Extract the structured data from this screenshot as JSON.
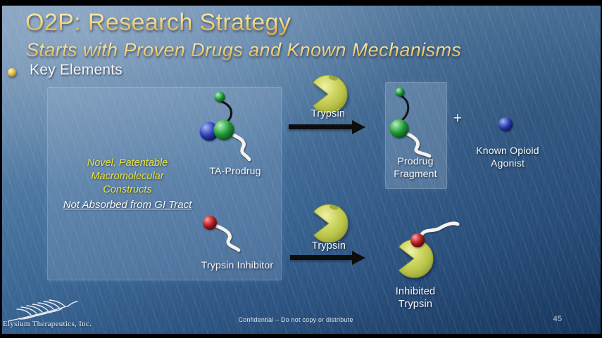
{
  "slide": {
    "title": "O2P: Research Strategy",
    "subtitle": "Starts with Proven Drugs and Known Mechanisms",
    "section_heading": "Key Elements"
  },
  "note_box": {
    "line1": "Novel, Patentable",
    "line2": "Macromolecular",
    "line3": "Constructs",
    "underlined": "Not Absorbed from GI Tract"
  },
  "top_row": {
    "ta_prodrug_label": "TA-Prodrug",
    "trypsin_label": "Trypsin",
    "prodrug_fragment_line1": "Prodrug",
    "prodrug_fragment_line2": "Fragment",
    "plus": "+",
    "known_opioid_line1": "Known Opioid",
    "known_opioid_line2": "Agonist"
  },
  "bottom_row": {
    "trypsin_inhibitor_label": "Trypsin Inhibitor",
    "trypsin_label": "Trypsin",
    "inhibited_line1": "Inhibited",
    "inhibited_line2": "Trypsin"
  },
  "footer": {
    "confidential": "Confidential – Do not copy or distribute",
    "page_number": "45",
    "company": "Elysium Therapeutics, Inc."
  },
  "icons": {
    "bullet": "gold-sphere-icon",
    "trypsin_enzyme": "pacman-left-icon",
    "ta_prodrug": "green-blue-sphere-molecule-with-white-tail",
    "prodrug_fragment": "green-sphere-molecule-with-white-tail",
    "known_opioid": "blue-sphere-icon",
    "trypsin_inhibitor": "red-sphere-with-white-tail",
    "arrow": "black-right-arrow-icon",
    "logo": "wheat-icon"
  },
  "colors": {
    "title_gold": "#EFC75E",
    "note_yellow": "#EAE23E",
    "trypsin_body": "#C4CC52",
    "sphere_green": "#2F9E44",
    "sphere_blue": "#3447B0",
    "sphere_red": "#B22222",
    "arrow": "#0D0D0D",
    "background_top": "#7493B4",
    "background_bottom": "#17365E",
    "panel_tint": "rgba(172,193,220,0.24)"
  }
}
